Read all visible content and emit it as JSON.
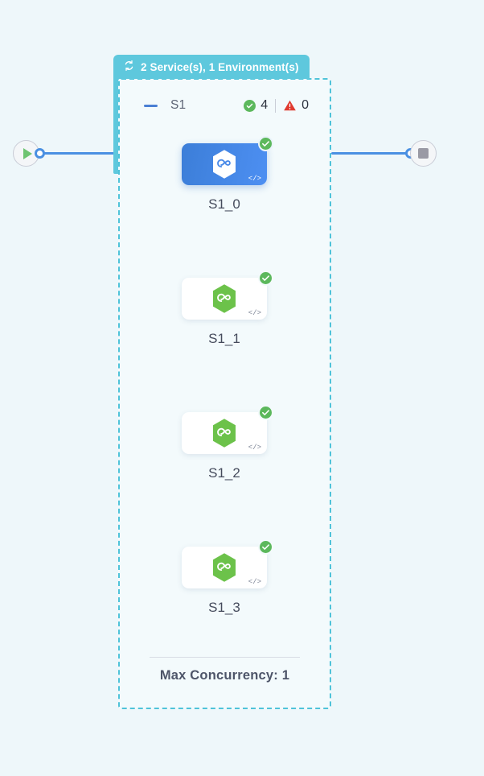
{
  "canvas": {
    "background_color": "#eef7fa"
  },
  "group": {
    "header": {
      "icon": "loop-arrow-icon",
      "label": "2 Service(s), 1 Environment(s)",
      "background_color": "#5ec8dd",
      "text_color": "#ffffff"
    },
    "border_color": "#4fc3d9",
    "service_row": {
      "collapse_icon": "minus-icon",
      "name": "S1",
      "success": {
        "icon": "check-circle-icon",
        "count": "4",
        "color": "#5cb85c"
      },
      "warning": {
        "icon": "warning-triangle-icon",
        "count": "0",
        "color": "#e03a2f"
      }
    },
    "footer": {
      "max_concurrency_label": "Max Concurrency: 1"
    }
  },
  "terminals": {
    "start": {
      "icon": "play-icon",
      "color": "#6ec472"
    },
    "end": {
      "icon": "stop-square-icon",
      "color": "#9a9aa5"
    }
  },
  "edges": {
    "color": "#4a90e2",
    "port_icon": "connection-port-icon"
  },
  "tasks": [
    {
      "label": "S1_0",
      "selected": true,
      "icon": "node-hexagon-icon",
      "icon_color": "#ffffff",
      "status_icon": "check-circle-icon",
      "status_color": "#5cb85c",
      "code_glyph": "</>"
    },
    {
      "label": "S1_1",
      "selected": false,
      "icon": "node-hexagon-icon",
      "icon_color": "#6cc24a",
      "status_icon": "check-circle-icon",
      "status_color": "#5cb85c",
      "code_glyph": "</>"
    },
    {
      "label": "S1_2",
      "selected": false,
      "icon": "node-hexagon-icon",
      "icon_color": "#6cc24a",
      "status_icon": "check-circle-icon",
      "status_color": "#5cb85c",
      "code_glyph": "</>"
    },
    {
      "label": "S1_3",
      "selected": false,
      "icon": "node-hexagon-icon",
      "icon_color": "#6cc24a",
      "status_icon": "check-circle-icon",
      "status_color": "#5cb85c",
      "code_glyph": "</>"
    }
  ]
}
